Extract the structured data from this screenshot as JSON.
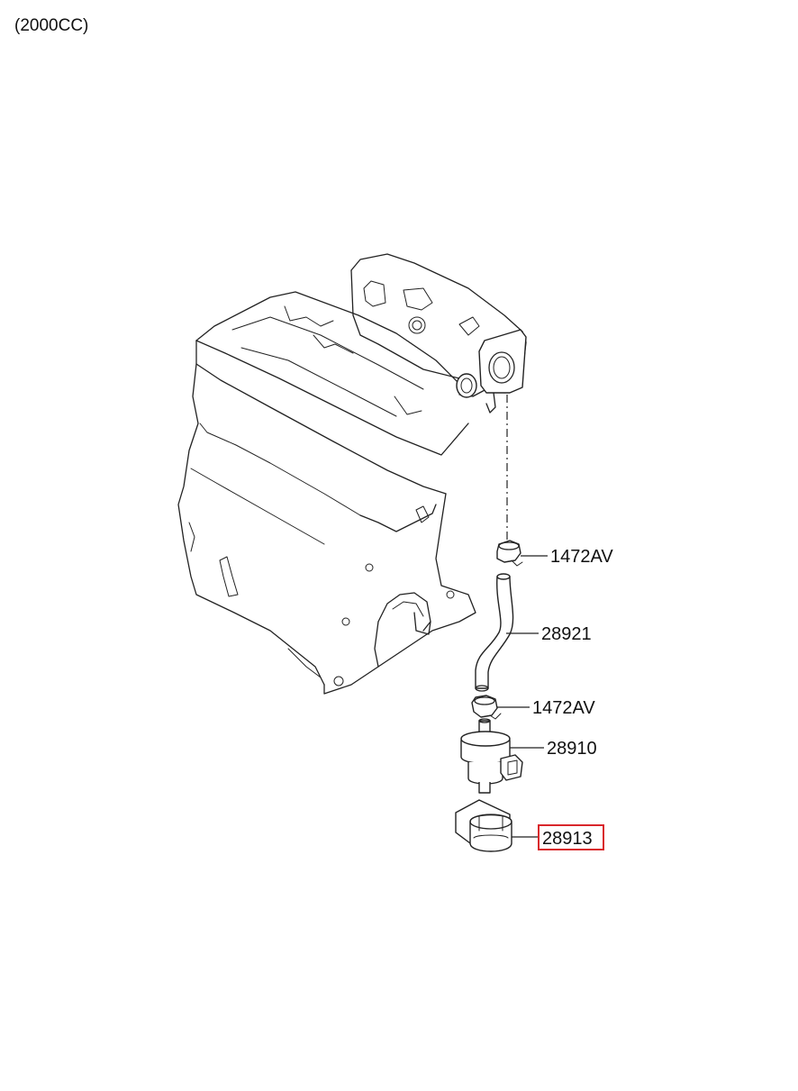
{
  "variant_label": "(2000CC)",
  "parts": [
    {
      "number": "1472AV",
      "name": "hose-clamp-upper"
    },
    {
      "number": "28921",
      "name": "hose"
    },
    {
      "number": "1472AV",
      "name": "hose-clamp-lower"
    },
    {
      "number": "28910",
      "name": "purge-control-valve"
    },
    {
      "number": "28913",
      "name": "valve-bracket",
      "highlighted": true
    }
  ],
  "colors": {
    "line": "#222222",
    "highlight": "#d9262b",
    "background": "#ffffff"
  }
}
